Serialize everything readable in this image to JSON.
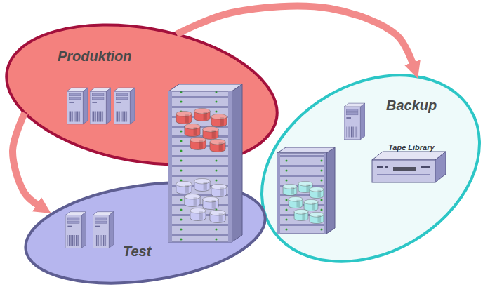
{
  "diagram": {
    "nodes": [
      {
        "text": [
          "Produktion"
        ]
      },
      {
        "text": [
          "Backup"
        ]
      },
      {
        "text": [
          "Test"
        ]
      }
    ],
    "edges": [
      {
        "from": 0,
        "to": 1,
        "arrow": "to"
      },
      {
        "from": 0,
        "to": 2,
        "arrow": "to"
      }
    ],
    "labels": [
      "Tape Library"
    ]
  }
}
